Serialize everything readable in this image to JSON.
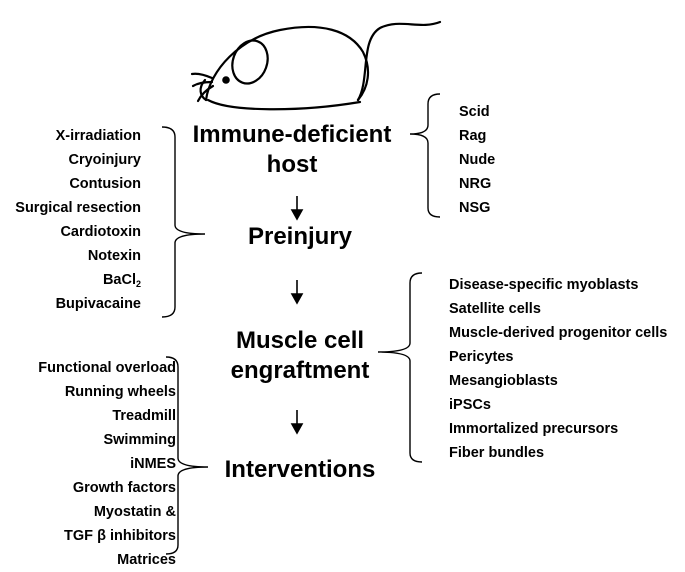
{
  "diagram": {
    "stages": {
      "host": "Immune-deficient host",
      "host_line1": "Immune-deficient",
      "host_line2": "host",
      "preinjury": "Preinjury",
      "engraftment_line1": "Muscle cell",
      "engraftment_line2": "engraftment",
      "interventions": "Interventions"
    },
    "host_models": [
      "Scid",
      "Rag",
      "Nude",
      "NRG",
      "NSG"
    ],
    "preinjury_methods": [
      "X-irradiation",
      "Cryoinjury",
      "Contusion",
      "Surgical resection",
      "Cardiotoxin",
      "Notexin",
      "BaCl",
      "Bupivacaine"
    ],
    "bacl_subscript": "2",
    "cell_types": [
      "Disease-specific myoblasts",
      "Satellite cells",
      "Muscle-derived progenitor cells",
      "Pericytes",
      "Mesangioblasts",
      "iPSCs",
      "Immortalized precursors",
      "Fiber bundles"
    ],
    "interventions": [
      "Functional overload",
      "Running wheels",
      "Treadmill",
      "Swimming",
      "iNMES",
      "Growth factors",
      "Myostatin &",
      "TGF β inhibitors",
      "Matrices"
    ],
    "icons": {
      "mouse": "mouse-icon",
      "arrow": "down-arrow-icon"
    }
  }
}
